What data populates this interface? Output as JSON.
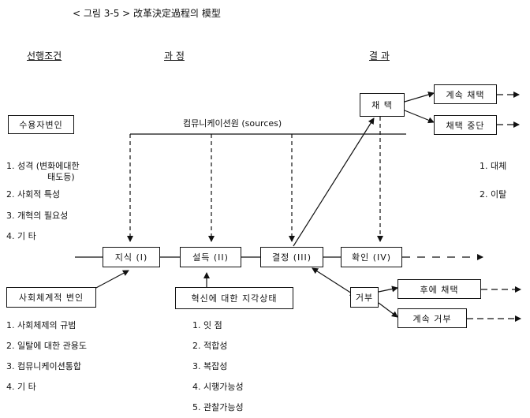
{
  "title": "< 그림 3-5 >  改革決定過程의 模型",
  "headers": {
    "preconditions": "선행조건",
    "process": "과  정",
    "results": "결  과"
  },
  "sources_label": "컴뮤니케이션원 (sources)",
  "receiver_box": "수용자변인",
  "receiver_items": [
    "1. 성격 (변화에대한",
    "태도등)",
    "2. 사회적 특성",
    "3. 개혁의 필요성",
    "4. 기   타"
  ],
  "social_box": "사회체계적 변인",
  "social_items": [
    "1. 사회체제의 규범",
    "2. 일탈에 대한 관용도",
    "3. 컴뮤니케이션통합",
    "4. 기    타"
  ],
  "stages": {
    "knowledge": "지식 (I)",
    "persuasion": "설득 (II)",
    "decision": "결정 (III)",
    "confirmation": "확인 (IV)"
  },
  "perception_box": "혁신에 대한 지각상태",
  "perception_items": [
    "1. 잇 점",
    "2. 적합성",
    "3. 복잡성",
    "4. 시행가능성",
    "5. 관찰가능성"
  ],
  "adoption_box": "채  택",
  "continued_adoption": "계속 채택",
  "discontinuance": "채택 중단",
  "discontinuance_items": [
    "1. 대체",
    "2. 이탈"
  ],
  "rejection_box": "거부",
  "later_adoption": "후에 채택",
  "continued_rejection": "계속 거부"
}
